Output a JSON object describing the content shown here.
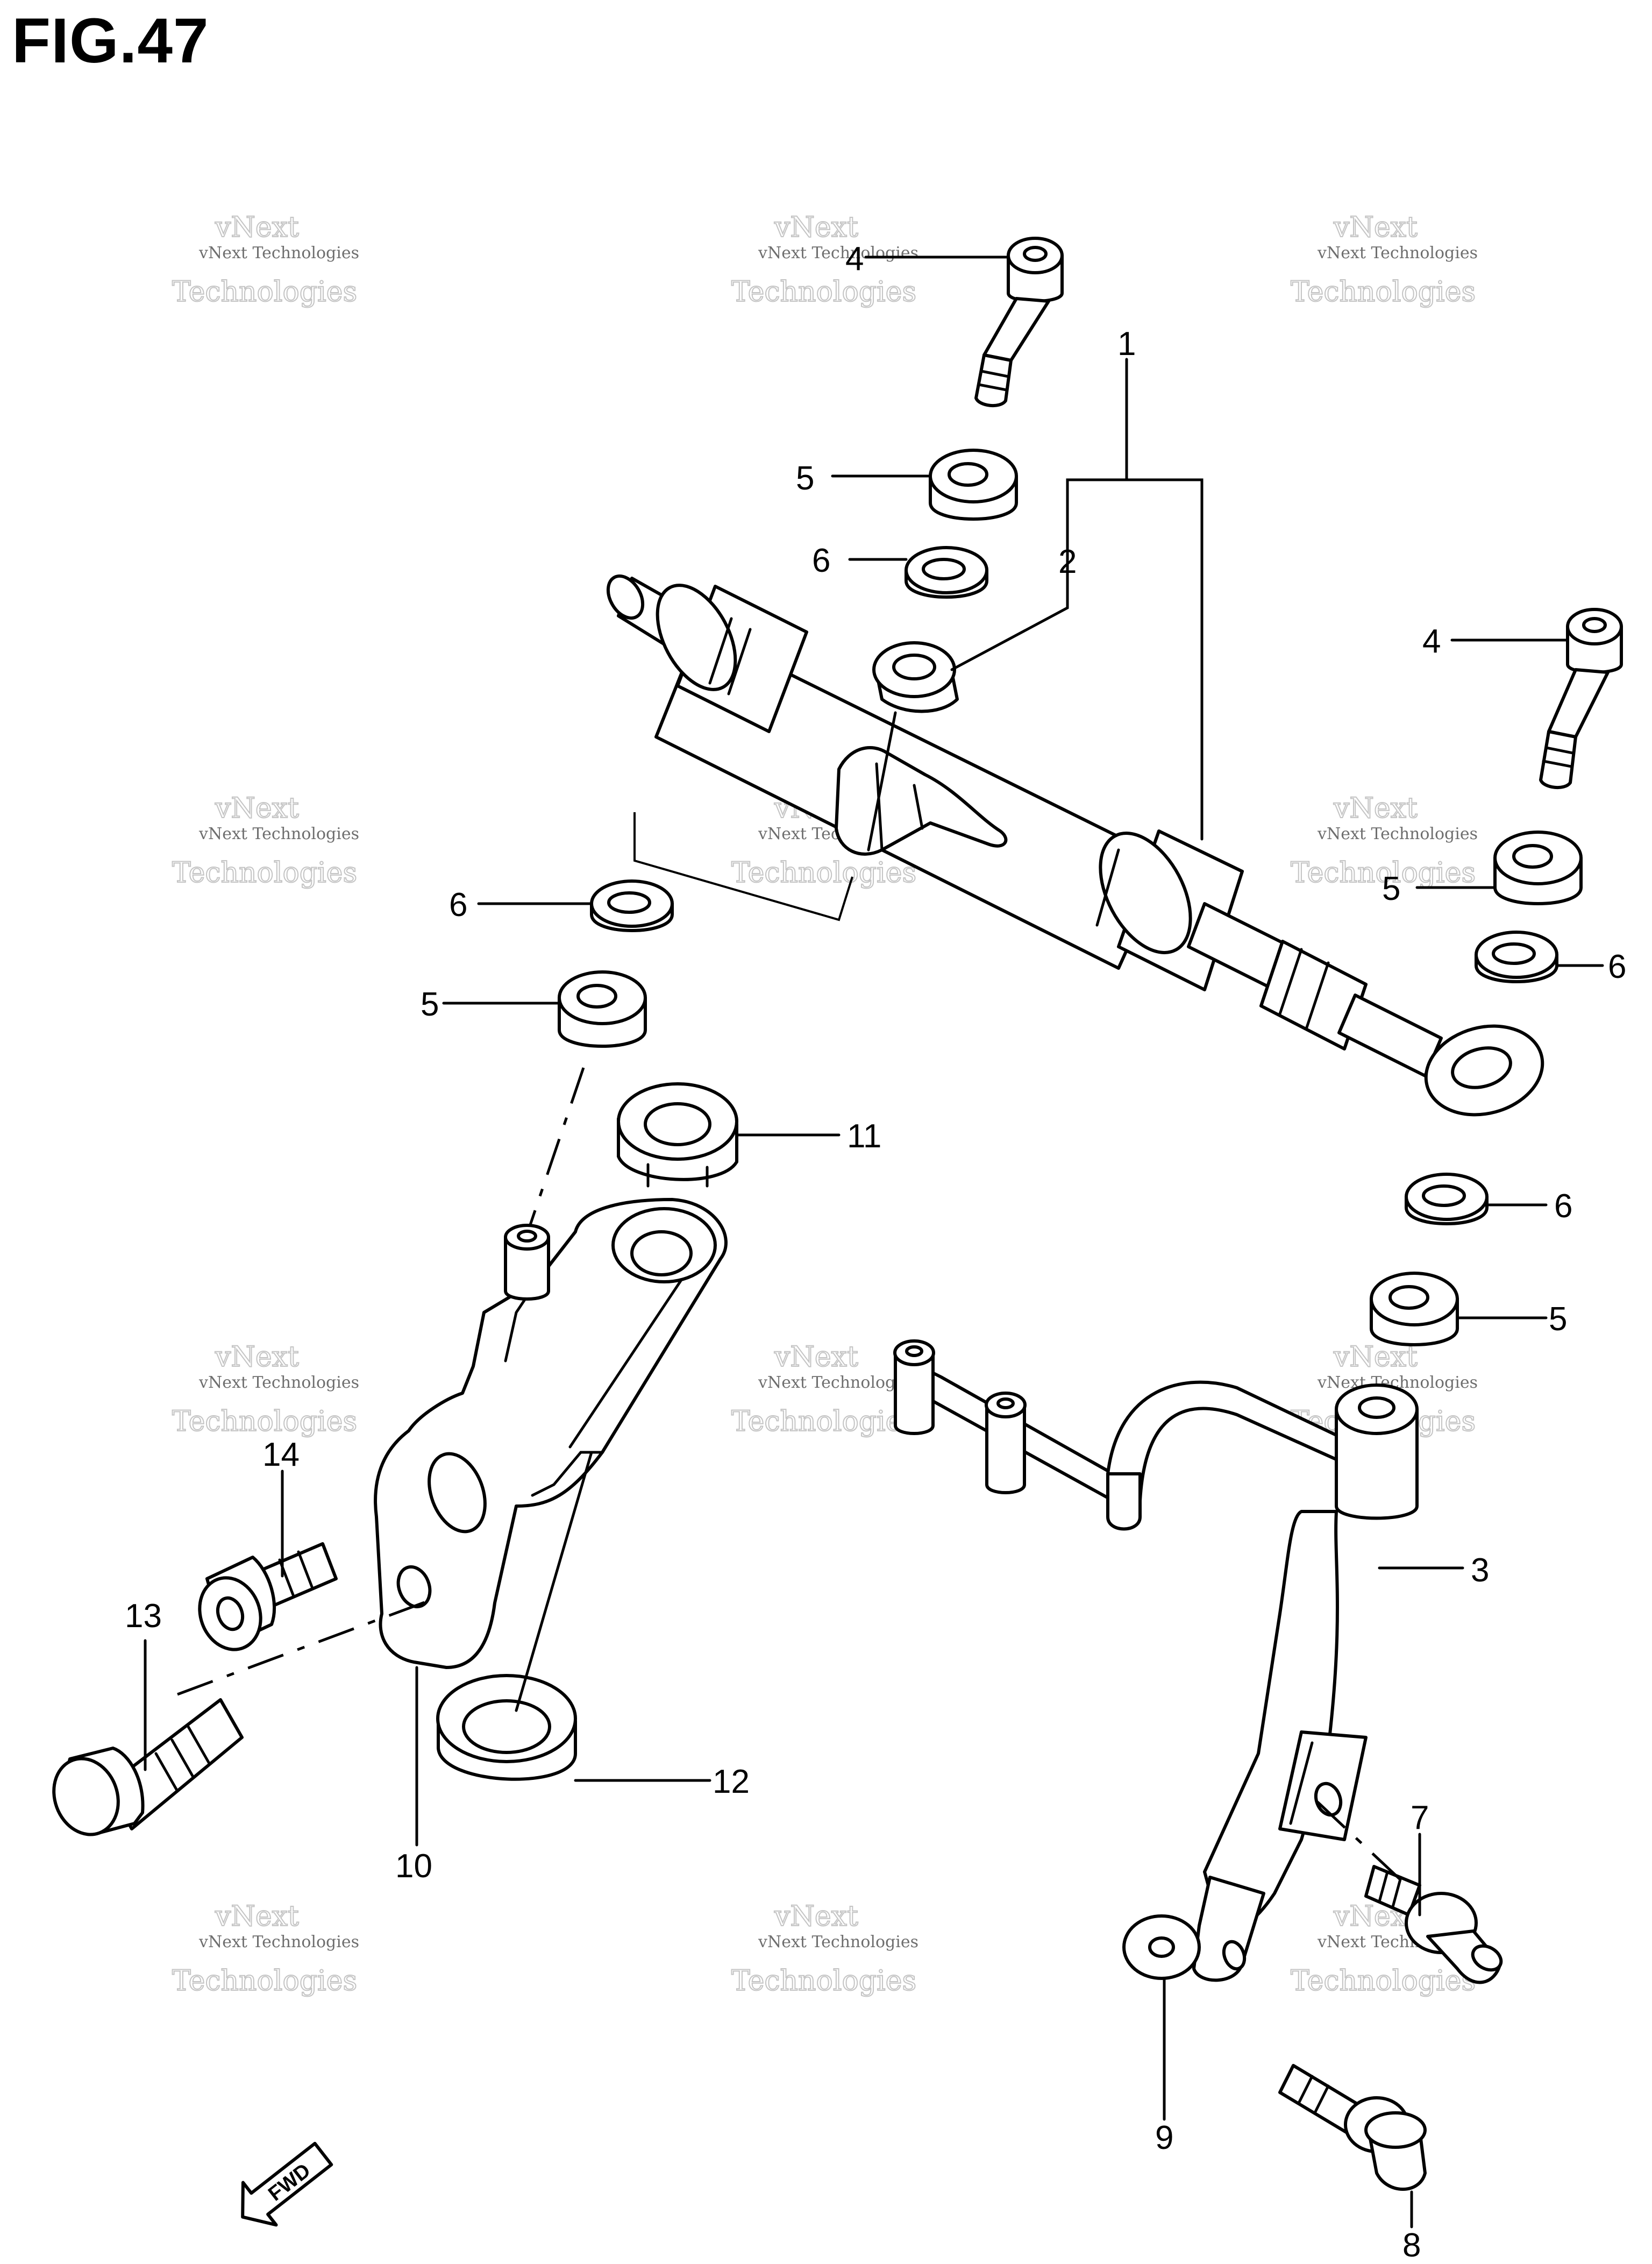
{
  "figure": {
    "title": "FIG.47"
  },
  "callouts": [
    "1",
    "2",
    "3",
    "4",
    "5",
    "6",
    "7",
    "8",
    "9",
    "10",
    "11",
    "12",
    "13",
    "14"
  ],
  "watermark": {
    "line": "vNext Technologies",
    "word1": "vNext",
    "word2": "Technologies"
  },
  "fwd": "FWD"
}
